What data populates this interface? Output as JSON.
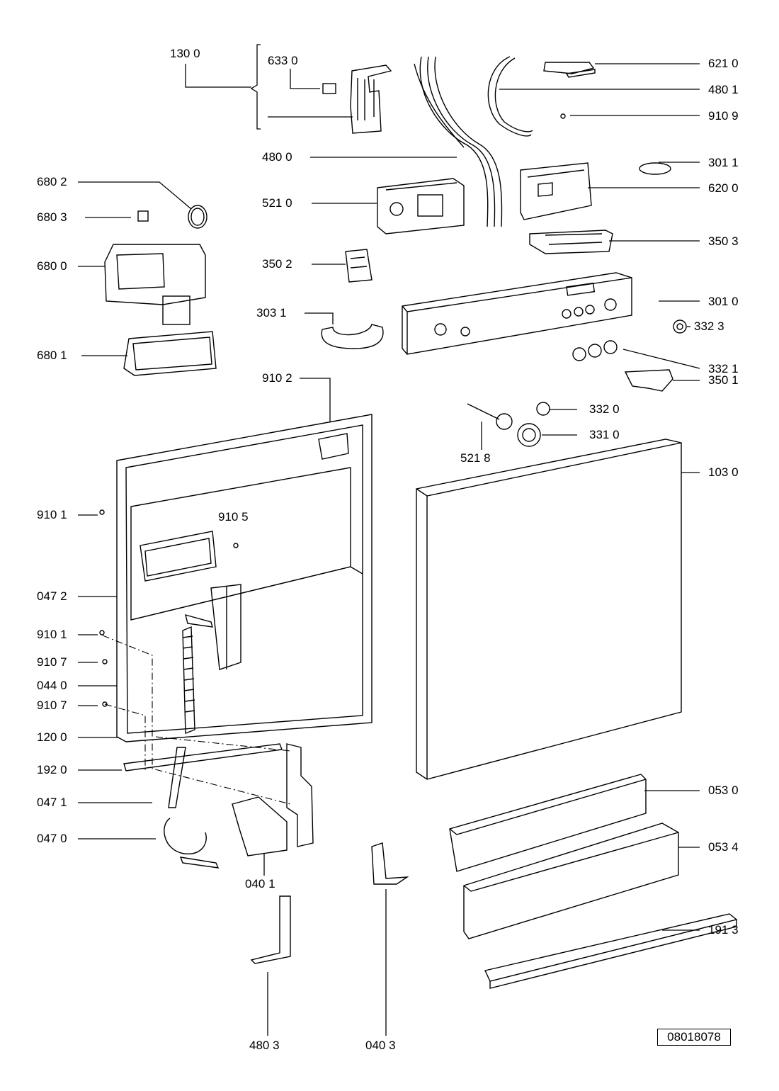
{
  "part_labels": {
    "p1300": "130 0",
    "p6330": "633 0",
    "p6210": "621 0",
    "p4801": "480 1",
    "p9109": "910 9",
    "p4800": "480 0",
    "p3011": "301 1",
    "p6802": "680 2",
    "p6200": "620 0",
    "p6803": "680 3",
    "p5210": "521 0",
    "p3503": "350 3",
    "p6800": "680 0",
    "p3502": "350 2",
    "p3010": "301 0",
    "p3031": "303 1",
    "p3323": "332 3",
    "p6801": "680 1",
    "p3321": "332 1",
    "p9102": "910 2",
    "p3501": "350 1",
    "p3320": "332 0",
    "p3310": "331 0",
    "p5218": "521 8",
    "p1030": "103 0",
    "p9101a": "910 1",
    "p9105": "910 5",
    "p0472": "047 2",
    "p9101b": "910 1",
    "p9107a": "910 7",
    "p0440": "044 0",
    "p9107b": "910 7",
    "p1200": "120 0",
    "p1920": "192 0",
    "p0471": "047 1",
    "p0530": "053 0",
    "p0470": "047 0",
    "p0534": "053 4",
    "p0401": "040 1",
    "p1913": "191 3",
    "p4803": "480 3",
    "p0403": "040 3"
  },
  "drawing_number": "08018078"
}
